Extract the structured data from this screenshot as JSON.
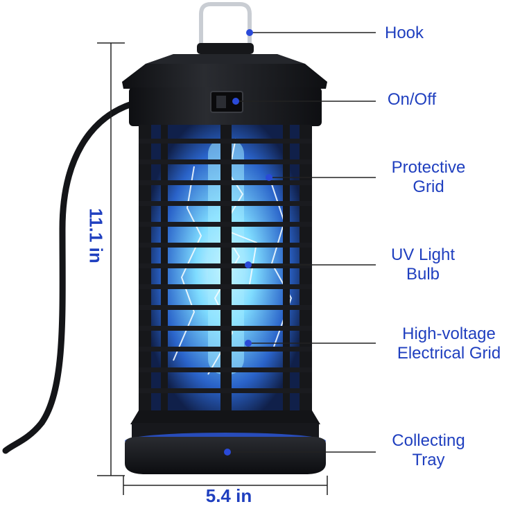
{
  "labels": {
    "hook": [
      "Hook"
    ],
    "on_off": [
      "On/Off"
    ],
    "protective_grid": [
      "Protective",
      "Grid"
    ],
    "uv_light_bulb": [
      "UV Light",
      "Bulb"
    ],
    "high_voltage_grid": [
      "High-voltage",
      "Electrical Grid"
    ],
    "collecting_tray": [
      "Collecting",
      "Tray"
    ]
  },
  "dimensions": {
    "height": "11.1 in",
    "width": "5.4 in"
  },
  "colors": {
    "label_text": "#1f3fbf",
    "leader_line": "#222222",
    "leader_dot": "#2a4ad8",
    "body": "#1b1c20",
    "uv_glow": "#4fb8f0"
  }
}
